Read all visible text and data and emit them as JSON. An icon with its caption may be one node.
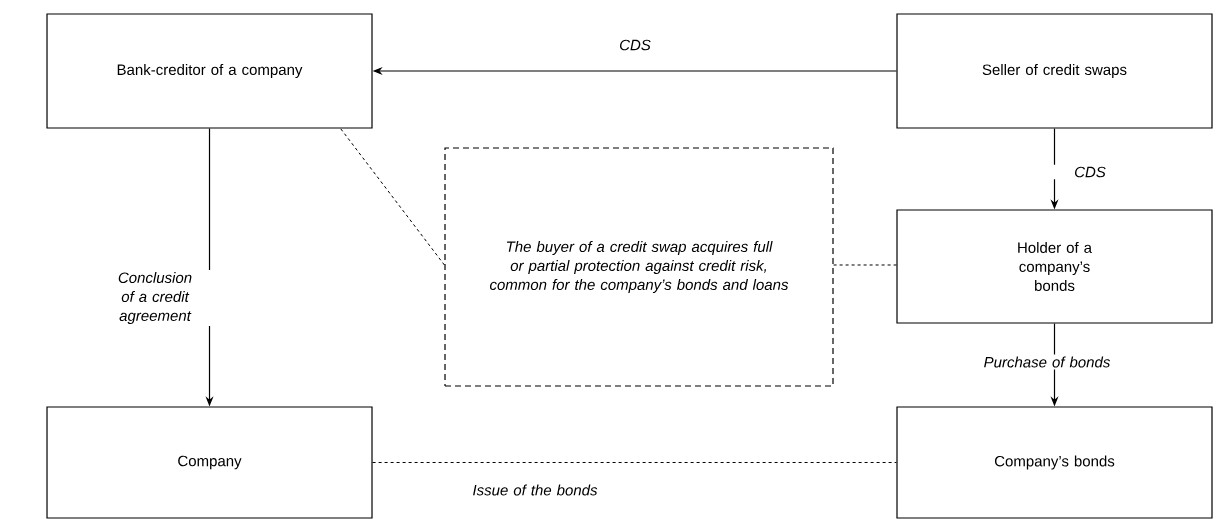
{
  "diagram": {
    "nodes": [
      {
        "text": [
          "Bank-creditor of a company"
        ]
      },
      {
        "text": [
          "Seller of credit swaps"
        ]
      },
      {
        "text": [
          "The buyer of a credit swap acquires full or partial protection against credit risk, common for the company’s bonds and loans"
        ]
      },
      {
        "text": [
          "Holder of a company’s bonds"
        ]
      },
      {
        "text": [
          "Company"
        ]
      },
      {
        "text": [
          "Company’s bonds"
        ]
      }
    ],
    "edges": [
      {
        "from": 1,
        "to": 0,
        "arrow": "to",
        "label": "CDS"
      },
      {
        "from": 0,
        "to": 4,
        "arrow": "to",
        "label": "Conclusion of a credit agreement"
      },
      {
        "from": 1,
        "to": 3,
        "arrow": "to",
        "label": "CDS"
      },
      {
        "from": 3,
        "to": 5,
        "arrow": "to",
        "label": "Purchase of bonds"
      },
      {
        "from": 2,
        "to": 0,
        "arrow": "none",
        "style": "dashed"
      },
      {
        "from": 2,
        "to": 3,
        "arrow": "none",
        "style": "dashed"
      },
      {
        "from": 4,
        "to": 5,
        "arrow": "none",
        "style": "dashed",
        "label": "Issue of the bonds"
      }
    ]
  }
}
